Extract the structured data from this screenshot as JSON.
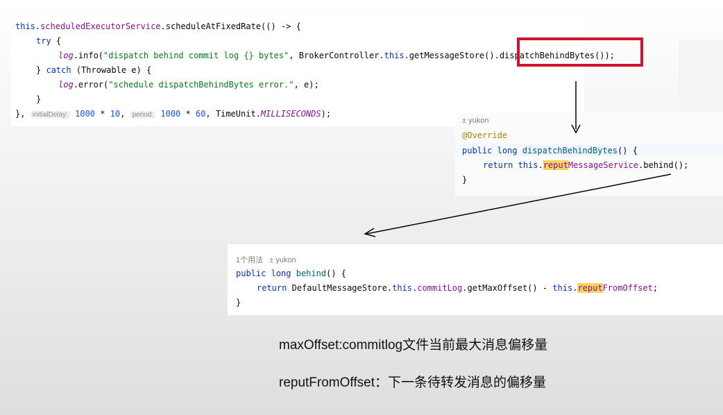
{
  "snippet1": {
    "line1": {
      "this": "this",
      "dot1": ".",
      "field": "scheduledExecutorService",
      "dot2": ".",
      "method": "scheduleAtFixedRate",
      "rest": "(() -> {"
    },
    "line2": {
      "kw": "try",
      "rest": " {"
    },
    "line3": {
      "log": "log",
      "call": ".info(",
      "str": "\"dispatch behind commit log {} bytes\"",
      "mid": ", BrokerController.",
      "this": "this",
      "rest": ".getMessageStore().dispatchBehindBytes());"
    },
    "line4": {
      "open": "} ",
      "kw": "catch",
      "rest": " (Throwable e) {"
    },
    "line5": {
      "log": "log",
      "call": ".error(",
      "str": "\"schedule dispatchBehindBytes error.\"",
      "rest": ", e);"
    },
    "line6": "}",
    "line7": {
      "start": "}, ",
      "hint1": "initialDelay:",
      "num1": "1000",
      "op1": " * ",
      "num2": "10",
      "sep": ", ",
      "hint2": "period:",
      "num3": "1000",
      "op2": " * ",
      "num4": "60",
      "mid": ", TimeUnit.",
      "const": "MILLISECONDS",
      "end": ");"
    }
  },
  "snippet2": {
    "author": "± yukon",
    "annotation": "@Override",
    "sig": {
      "kw1": "public",
      "kw2": "long",
      "name": "dispatchBehindBytes",
      "rest": "() {"
    },
    "body": {
      "kw": "return",
      "this": "this",
      "hl": "reput",
      "field_rest": "MessageService",
      "rest": ".behind();"
    },
    "close": "}"
  },
  "snippet3": {
    "usages": "1个用法",
    "author": "± yukon",
    "sig": {
      "kw1": "public",
      "kw2": "long",
      "name": "behind",
      "rest": "() {"
    },
    "body": {
      "kw": "return",
      "cls": "DefaultMessageStore.",
      "this1": "this",
      "field1": "commitLog",
      "mid": ".getMaxOffset() - ",
      "this2": "this",
      "hl": "reput",
      "field_rest": "FromOffset",
      "end": ";"
    },
    "close": "}"
  },
  "captions": {
    "max_offset": "maxOffset:commitlog文件当前最大消息偏移量",
    "reput_from_offset": "reputFromOffset：下一条待转发消息的偏移量"
  },
  "colors": {
    "keyword": "#0033b3",
    "field": "#871094",
    "string": "#067d17",
    "number": "#1750eb",
    "annotation": "#9e880d",
    "highlight": "#f8d45c",
    "red_box": "#d4102a"
  }
}
